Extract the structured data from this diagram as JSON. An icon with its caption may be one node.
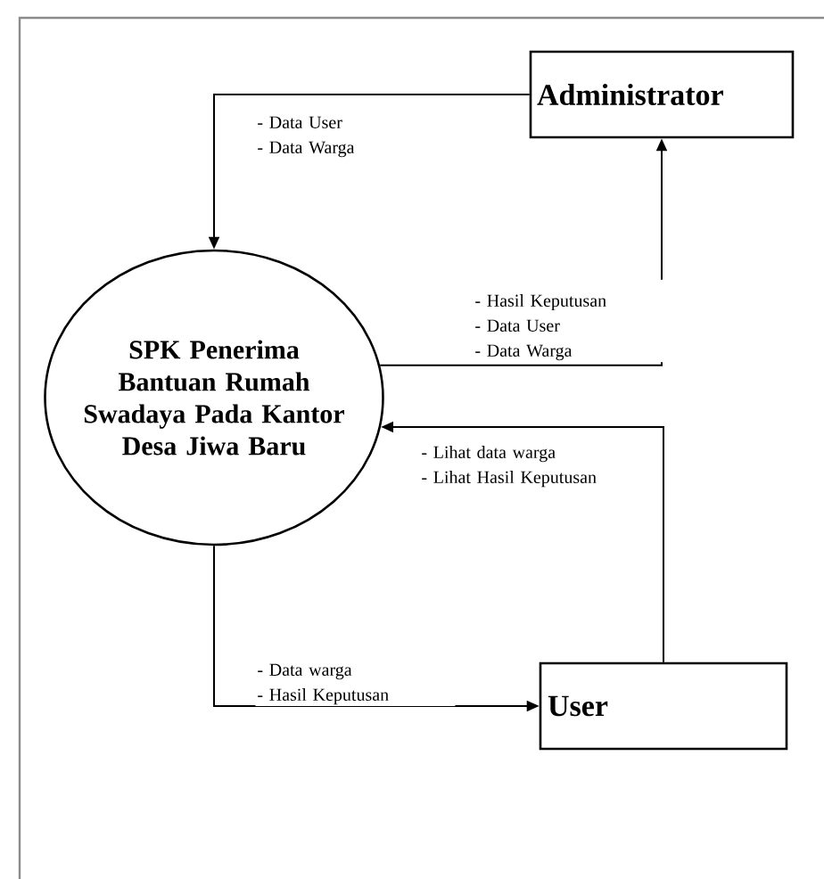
{
  "diagram": {
    "nodes": [
      {
        "text": [
          "Administrator"
        ]
      },
      {
        "text": [
          "SPK Penerima Bantuan Rumah Swadaya Pada Kantor Desa Jiwa Baru"
        ]
      },
      {
        "text": [
          "User"
        ]
      }
    ],
    "edges": [
      {
        "from": 0,
        "to": 1,
        "arrow": "to",
        "label": "- Data User - Data Warga"
      },
      {
        "from": 1,
        "to": 0,
        "arrow": "to",
        "label": "- Hasil Keputusan - Data User - Data Warga"
      },
      {
        "from": 2,
        "to": 1,
        "arrow": "to",
        "label": "- Lihat data warga - Lihat Hasil Keputusan"
      },
      {
        "from": 1,
        "to": 2,
        "arrow": "to",
        "label": "- Data warga - Hasil Keputusan"
      }
    ]
  }
}
